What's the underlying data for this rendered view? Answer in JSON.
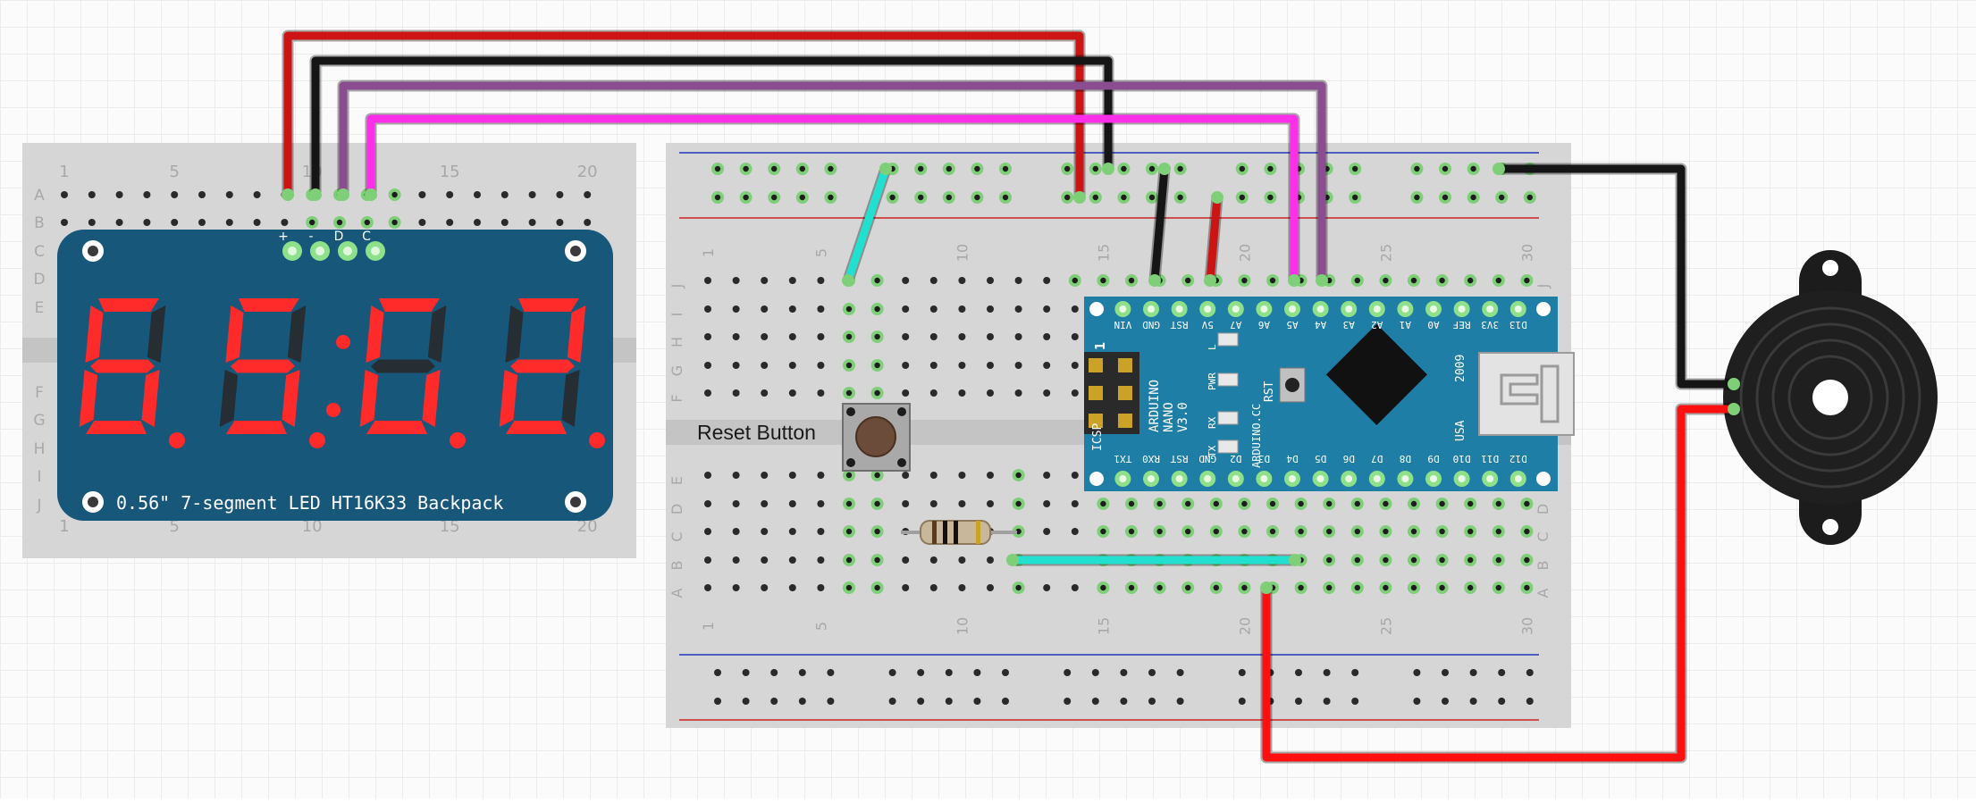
{
  "left_board": {
    "top_numbers": [
      "1",
      "5",
      "10",
      "15",
      "20"
    ],
    "bottom_numbers": [
      "1",
      "5",
      "10",
      "15",
      "20"
    ],
    "rows_top": [
      "A",
      "B",
      "C",
      "D",
      "E"
    ],
    "rows_bottom": [
      "F",
      "G",
      "H",
      "I",
      "J"
    ]
  },
  "display": {
    "label": "0.56\" 7-segment LED HT16K33 Backpack",
    "pin_labels": [
      "+",
      "-",
      "D",
      "C"
    ],
    "digit_color": "#ff2a2a",
    "pcb_color": "#17577a"
  },
  "main_board": {
    "numbers": [
      "1",
      "5",
      "10",
      "15",
      "20",
      "25",
      "30"
    ],
    "rows_top": [
      "J",
      "I",
      "H",
      "G",
      "F"
    ],
    "rows_bottom": [
      "E",
      "D",
      "C",
      "B",
      "A"
    ],
    "button_label": "Reset Button"
  },
  "nano": {
    "top_pins": [
      "D12",
      "D11",
      "D10",
      "D9",
      "D8",
      "D7",
      "D6",
      "D5",
      "D4",
      "D3",
      "D2",
      "GND",
      "RST",
      "RX0",
      "TX1"
    ],
    "bottom_pins": [
      "D13",
      "3V3",
      "REF",
      "A0",
      "A1",
      "A2",
      "A3",
      "A4",
      "A5",
      "A6",
      "A7",
      "5V",
      "RST",
      "GND",
      "VIN"
    ],
    "name_lines": [
      "ARDUINO",
      "NANO",
      "V3.0"
    ],
    "website": "ARDUINO.CC",
    "year": "2009",
    "country": "USA",
    "led_labels": [
      "L",
      "PWR",
      "RX",
      "TX"
    ],
    "icsp": "ICSP",
    "icsp_pin": "1",
    "rst_label": "RST",
    "pcb_color": "#1f7ea6"
  },
  "wire_colors": {
    "red": "#cc1414",
    "black": "#151515",
    "purple": "#8a4e90",
    "magenta": "#ff2ee8",
    "cyan": "#22e0d0",
    "bright_red": "#ff1010"
  }
}
